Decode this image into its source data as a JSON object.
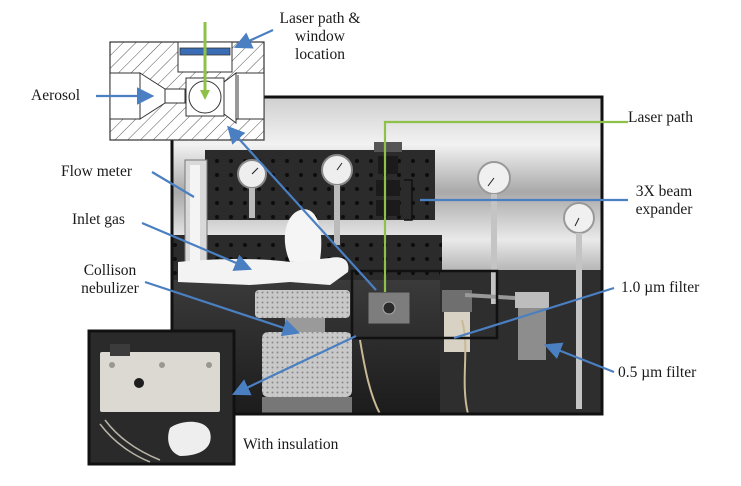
{
  "figure": {
    "labels": {
      "laser_window": [
        "Laser path &",
        "window",
        "location"
      ],
      "aerosol": "Aerosol",
      "laser_path": "Laser path",
      "beam_expander": [
        "3X beam",
        "expander"
      ],
      "flow_meter": "Flow meter",
      "inlet_gas": "Inlet gas",
      "collison_nebulizer": [
        "Collison",
        "nebulizer"
      ],
      "filter_1": "1.0 µm filter",
      "filter_2": "0.5 µm filter",
      "with_insulation": "With insulation"
    },
    "colors": {
      "arrow": "#4a7fc1",
      "laser": "#8fc04a",
      "window": "#3a6db5",
      "frame": "#111111"
    }
  }
}
